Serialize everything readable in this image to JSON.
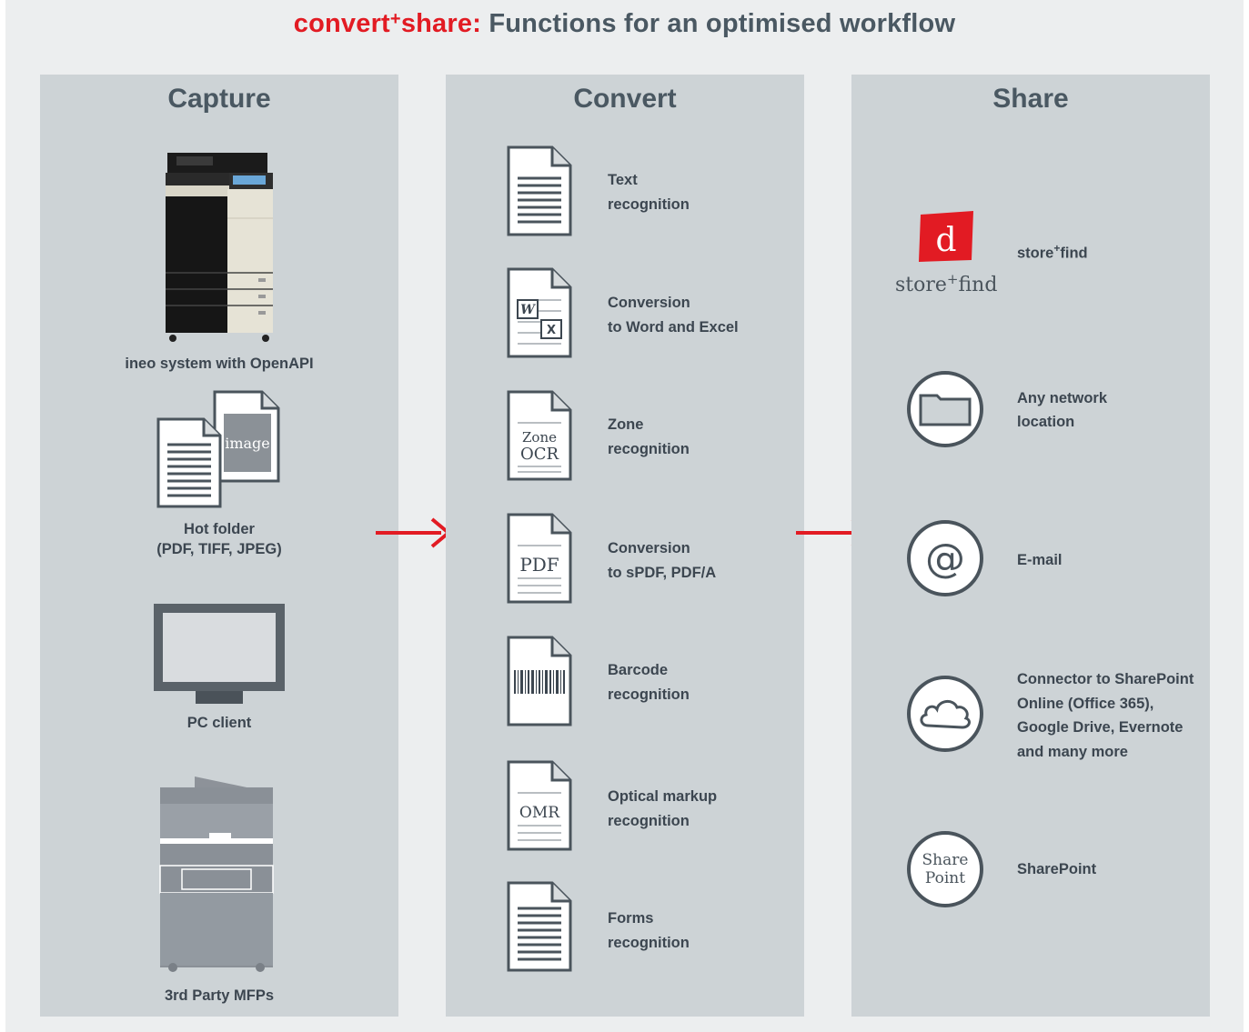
{
  "header": {
    "brand_convert": "convert",
    "brand_plus": "+",
    "brand_share": "share:",
    "title_rest": " Functions for an optimised workflow"
  },
  "colors": {
    "accent_red": "#e21b23",
    "panel": "#cdd3d6",
    "background": "#eceeef",
    "text": "#3c4650"
  },
  "columns": {
    "capture": {
      "title": "Capture",
      "items": [
        {
          "label": "ineo system with OpenAPI",
          "icon": "mfp-printer-icon"
        },
        {
          "label_line1": "Hot folder",
          "label_line2": "(PDF, TIFF, JPEG)",
          "icon": "hot-folder-icon",
          "image_text": "image"
        },
        {
          "label": "PC client",
          "icon": "monitor-icon"
        },
        {
          "label": "3rd Party MFPs",
          "icon": "third-party-mfp-icon"
        }
      ]
    },
    "convert": {
      "title": "Convert",
      "items": [
        {
          "line1": "Text",
          "line2": "recognition",
          "icon": "text-document-icon"
        },
        {
          "line1": "Conversion",
          "line2": "to Word and Excel",
          "icon": "word-excel-document-icon",
          "glyph_w": "W",
          "glyph_x": "X"
        },
        {
          "line1": "Zone",
          "line2": "recognition",
          "icon": "zone-ocr-document-icon",
          "glyph1": "Zone",
          "glyph2": "OCR"
        },
        {
          "line1": "Conversion",
          "line2": "to sPDF, PDF/A",
          "icon": "pdf-document-icon",
          "glyph": "PDF"
        },
        {
          "line1": "Barcode",
          "line2": "recognition",
          "icon": "barcode-document-icon"
        },
        {
          "line1": "Optical markup",
          "line2": "recognition",
          "icon": "omr-document-icon",
          "glyph": "OMR"
        },
        {
          "line1": "Forms",
          "line2": "recognition",
          "icon": "forms-document-icon"
        }
      ]
    },
    "share": {
      "title": "Share",
      "items": [
        {
          "label_pre": "store",
          "label_plus": "+",
          "label_post": "find",
          "icon": "store-find-logo",
          "logo_letter": "d",
          "logo_text_pre": "store",
          "logo_text_plus": "+",
          "logo_text_post": "find"
        },
        {
          "line1": "Any network",
          "line2": "location",
          "icon": "folder-icon"
        },
        {
          "label": "E-mail",
          "icon": "at-sign-icon",
          "glyph": "@"
        },
        {
          "line1": "Connector to SharePoint",
          "line2": "Online (Office 365),",
          "line3": "Google Drive, Evernote",
          "line4": "and many more",
          "icon": "cloud-icon"
        },
        {
          "label": "SharePoint",
          "icon": "sharepoint-icon",
          "glyph1": "Share",
          "glyph2": "Point"
        }
      ]
    }
  }
}
